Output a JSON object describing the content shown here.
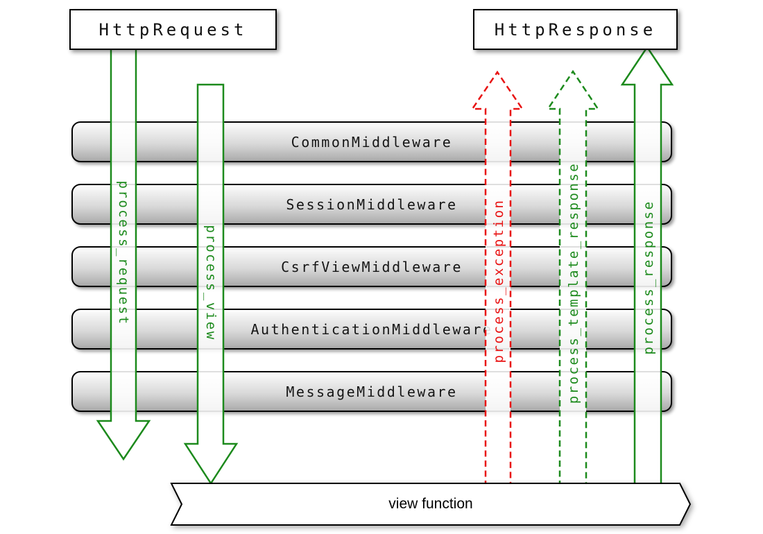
{
  "diagram": {
    "title_semantics": "Django middleware request/response flow",
    "request_box": {
      "label": "HttpRequest"
    },
    "response_box": {
      "label": "HttpResponse"
    },
    "middleware_bars": [
      {
        "label": "CommonMiddleware"
      },
      {
        "label": "SessionMiddleware"
      },
      {
        "label": "CsrfViewMiddleware"
      },
      {
        "label": "AuthenticationMiddleware"
      },
      {
        "label": "MessageMiddleware"
      }
    ],
    "arrows": [
      {
        "label": "process_request",
        "direction": "down",
        "line_style": "solid",
        "color": "#1c8a1c"
      },
      {
        "label": "process_view",
        "direction": "down",
        "line_style": "solid",
        "color": "#1c8a1c"
      },
      {
        "label": "process_exception",
        "direction": "up",
        "line_style": "dashed",
        "color": "#e81212"
      },
      {
        "label": "process_template_response",
        "direction": "up",
        "line_style": "dashed",
        "color": "#1c8a1c"
      },
      {
        "label": "process_response",
        "direction": "up",
        "line_style": "solid",
        "color": "#1c8a1c"
      }
    ],
    "view_banner": {
      "label": "view function"
    },
    "colors": {
      "green": "#1c8a1c",
      "red": "#e81212",
      "bar_border": "#000000",
      "bar_gradient_top": "#fdfdfd",
      "bar_gradient_bottom": "#a6a6a6"
    }
  }
}
